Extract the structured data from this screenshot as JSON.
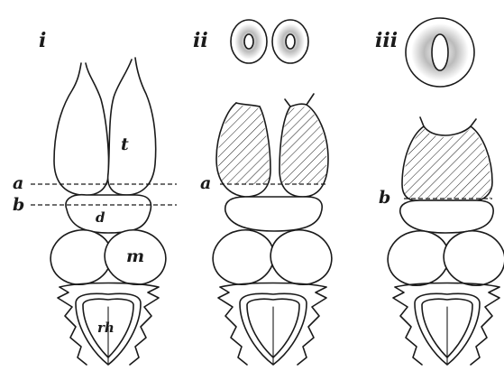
{
  "panels": [
    {
      "numeral": "i"
    },
    {
      "numeral": "ii",
      "section_label": "a"
    },
    {
      "numeral": "iii",
      "section_label": "b"
    }
  ],
  "panel1_labels": {
    "line_a": "a",
    "line_b": "b",
    "t": "t",
    "d": "d",
    "m": "m",
    "rh": "rh"
  }
}
